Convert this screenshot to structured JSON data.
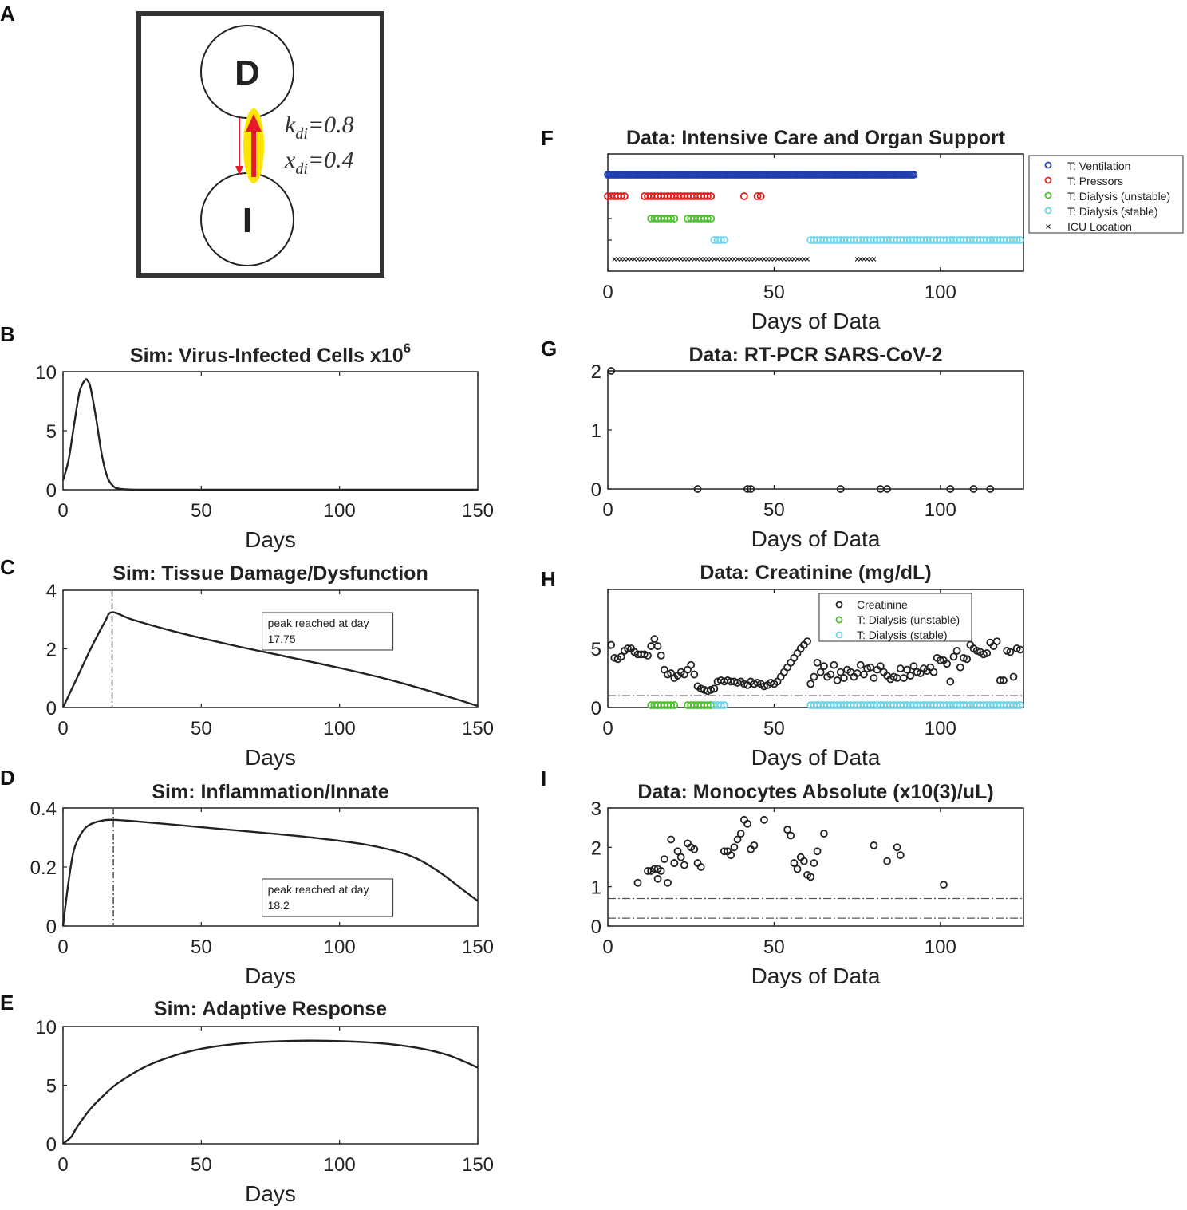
{
  "panel_letters": [
    "A",
    "B",
    "C",
    "D",
    "E",
    "F",
    "G",
    "H",
    "I"
  ],
  "diagram": {
    "node_top": "D",
    "node_bottom": "I",
    "param1_symbol": "k",
    "param1_sub": "di",
    "param1_value": "=0.8",
    "param2_symbol": "x",
    "param2_sub": "di",
    "param2_value": "=0.4",
    "colors": {
      "arrow": "#e8192c",
      "highlight": "#ffe500"
    }
  },
  "chart_data": [
    {
      "id": "B",
      "type": "line",
      "title": "Sim: Virus-Infected Cells x10",
      "title_superscript": "6",
      "xlabel": "Days",
      "ylabel": "",
      "xlim": [
        0,
        150
      ],
      "ylim": [
        0,
        10
      ],
      "xticks": [
        0,
        50,
        100,
        150
      ],
      "yticks": [
        0,
        5,
        10
      ],
      "series": [
        {
          "x": [
            0,
            2,
            4,
            6,
            8,
            9,
            10,
            12,
            14,
            16,
            18,
            20,
            25,
            30,
            50,
            100,
            150
          ],
          "y": [
            0.8,
            2.5,
            5.5,
            8.3,
            9.3,
            9.2,
            8.6,
            6.0,
            3.0,
            1.1,
            0.35,
            0.1,
            0.01,
            0.0,
            0.0,
            0.0,
            0.0
          ]
        }
      ]
    },
    {
      "id": "C",
      "type": "line",
      "title": "Sim: Tissue Damage/Dysfunction",
      "xlabel": "Days",
      "ylabel": "",
      "xlim": [
        0,
        150
      ],
      "ylim": [
        0,
        4
      ],
      "xticks": [
        0,
        50,
        100,
        150
      ],
      "yticks": [
        0,
        2,
        4
      ],
      "vline": 17.75,
      "annotation": [
        "peak reached at day",
        "17.75"
      ],
      "series": [
        {
          "x": [
            0,
            5,
            10,
            15,
            17.75,
            25,
            40,
            60,
            80,
            100,
            120,
            140,
            150
          ],
          "y": [
            0,
            1.0,
            2.0,
            2.9,
            3.25,
            3.0,
            2.6,
            2.15,
            1.75,
            1.35,
            0.9,
            0.35,
            0.05
          ]
        }
      ]
    },
    {
      "id": "D",
      "type": "line",
      "title": "Sim: Inflammation/Innate",
      "xlabel": "Days",
      "ylabel": "",
      "xlim": [
        0,
        150
      ],
      "ylim": [
        0,
        0.4
      ],
      "xticks": [
        0,
        50,
        100,
        150
      ],
      "yticks": [
        0,
        0.2,
        0.4
      ],
      "vline": 18.2,
      "annotation": [
        "peak reached at day",
        "18.2"
      ],
      "series": [
        {
          "x": [
            0,
            2,
            4,
            7,
            10,
            14,
            18.2,
            30,
            50,
            70,
            90,
            110,
            125,
            135,
            145,
            150
          ],
          "y": [
            0,
            0.15,
            0.26,
            0.32,
            0.345,
            0.357,
            0.36,
            0.352,
            0.335,
            0.318,
            0.3,
            0.275,
            0.24,
            0.19,
            0.12,
            0.085
          ]
        }
      ]
    },
    {
      "id": "E",
      "type": "line",
      "title": "Sim: Adaptive Response",
      "xlabel": "Days",
      "ylabel": "",
      "xlim": [
        0,
        150
      ],
      "ylim": [
        0,
        10
      ],
      "xticks": [
        0,
        50,
        100,
        150
      ],
      "yticks": [
        0,
        5,
        10
      ],
      "series": [
        {
          "x": [
            0,
            3,
            5,
            10,
            15,
            20,
            30,
            40,
            50,
            60,
            70,
            80,
            90,
            100,
            110,
            120,
            130,
            140,
            150
          ],
          "y": [
            0,
            0.6,
            1.4,
            3.0,
            4.2,
            5.2,
            6.6,
            7.5,
            8.1,
            8.45,
            8.65,
            8.75,
            8.8,
            8.75,
            8.65,
            8.45,
            8.1,
            7.5,
            6.5
          ]
        }
      ]
    },
    {
      "id": "F",
      "type": "scatter",
      "title": "Data: Intensive Care and Organ Support",
      "xlabel": "Days of Data",
      "ylabel": "",
      "xlim": [
        0,
        125
      ],
      "xticks": [
        0,
        50,
        100
      ],
      "legend": [
        "T: Ventilation",
        "T: Pressors",
        "T: Dialysis (unstable)",
        "T: Dialysis (stable)",
        "ICU Location"
      ],
      "colors": {
        "ventilation": "#1f3fb0",
        "pressors": "#e21b1b",
        "dialysis_unstable": "#4fbf2f",
        "dialysis_stable": "#6fd3e6",
        "icu": "#222222"
      },
      "ventilation_days": [
        0,
        92
      ],
      "pressors_days": [
        0,
        1,
        2,
        3,
        4,
        5,
        11,
        12,
        13,
        14,
        15,
        16,
        17,
        18,
        19,
        20,
        21,
        22,
        23,
        24,
        25,
        26,
        27,
        28,
        29,
        30,
        31,
        41,
        45,
        46
      ],
      "dialysis_unstable_days": [
        13,
        14,
        15,
        16,
        17,
        18,
        19,
        20,
        24,
        25,
        26,
        27,
        28,
        29,
        30,
        31
      ],
      "dialysis_stable_days": [
        32,
        33,
        34,
        35,
        61,
        62,
        63,
        64,
        65,
        66,
        67,
        68,
        69,
        70,
        71,
        72,
        73,
        74,
        75,
        76,
        77,
        78,
        79,
        80,
        81,
        82,
        83,
        84,
        85,
        86,
        87,
        88,
        89,
        90,
        91,
        92,
        93,
        94,
        95,
        96,
        97,
        98,
        99,
        100,
        101,
        102,
        103,
        104,
        105,
        106,
        107,
        108,
        109,
        110,
        111,
        112,
        113,
        114,
        115,
        116,
        117,
        118,
        119,
        120,
        121,
        122,
        123,
        124
      ],
      "icu_days": [
        [
          2,
          60
        ],
        [
          75,
          80
        ]
      ]
    },
    {
      "id": "G",
      "type": "scatter",
      "title": "Data: RT-PCR SARS-CoV-2",
      "xlabel": "Days of Data",
      "ylabel": "",
      "xlim": [
        0,
        125
      ],
      "ylim": [
        0,
        2
      ],
      "xticks": [
        0,
        50,
        100
      ],
      "yticks": [
        0,
        1,
        2
      ],
      "series": [
        {
          "x": [
            1,
            27,
            42,
            43,
            70,
            82,
            84,
            103,
            110,
            115
          ],
          "y": [
            2,
            0,
            0,
            0,
            0,
            0,
            0,
            0,
            0,
            0
          ]
        }
      ]
    },
    {
      "id": "H",
      "type": "scatter",
      "title": "Data: Creatinine (mg/dL)",
      "xlabel": "Days of Data",
      "ylabel": "",
      "xlim": [
        0,
        125
      ],
      "ylim": [
        0,
        10
      ],
      "xticks": [
        0,
        50,
        100
      ],
      "yticks": [
        0,
        5
      ],
      "legend": [
        "Creatinine",
        "T: Dialysis (unstable)",
        "T: Dialysis (stable)"
      ],
      "ref_line": 1.0,
      "series": [
        {
          "name": "Creatinine",
          "x": [
            1,
            2,
            3,
            4,
            5,
            6,
            7,
            8,
            9,
            10,
            11,
            12,
            13,
            14,
            15,
            16,
            17,
            18,
            19,
            20,
            21,
            22,
            23,
            24,
            25,
            26,
            27,
            28,
            29,
            30,
            31,
            32,
            33,
            34,
            35,
            36,
            37,
            38,
            39,
            40,
            41,
            42,
            43,
            44,
            45,
            46,
            47,
            48,
            49,
            50,
            51,
            52,
            53,
            54,
            55,
            56,
            57,
            58,
            59,
            60,
            61,
            62,
            63,
            64,
            65,
            66,
            67,
            68,
            69,
            70,
            71,
            72,
            73,
            74,
            75,
            76,
            77,
            78,
            79,
            80,
            81,
            82,
            83,
            84,
            85,
            86,
            87,
            88,
            89,
            90,
            91,
            92,
            93,
            94,
            95,
            96,
            97,
            98,
            99,
            100,
            101,
            102,
            103,
            104,
            105,
            106,
            107,
            108,
            109,
            110,
            111,
            112,
            113,
            114,
            115,
            116,
            117,
            118,
            119,
            120,
            121,
            122,
            123,
            124
          ],
          "y": [
            5.3,
            4.2,
            4.1,
            4.3,
            4.8,
            5.0,
            5.0,
            4.7,
            4.5,
            4.5,
            4.5,
            4.4,
            5.2,
            5.8,
            5.2,
            4.4,
            3.2,
            2.8,
            2.9,
            2.5,
            2.7,
            3.0,
            2.8,
            3.2,
            3.6,
            2.8,
            1.8,
            1.6,
            1.5,
            1.4,
            1.5,
            1.6,
            2.2,
            2.3,
            2.2,
            2.3,
            2.2,
            2.2,
            2.1,
            2.2,
            2.0,
            1.9,
            2.2,
            2.0,
            2.1,
            2.0,
            1.8,
            1.9,
            2.1,
            2.0,
            2.2,
            2.6,
            3.0,
            3.4,
            3.8,
            4.2,
            4.6,
            5.0,
            5.3,
            5.6,
            2.0,
            2.6,
            3.8,
            3.0,
            3.5,
            2.6,
            2.8,
            3.6,
            2.3,
            3.0,
            2.5,
            3.2,
            3.0,
            2.6,
            2.9,
            3.6,
            2.8,
            3.3,
            3.4,
            2.5,
            3.2,
            3.5,
            3.0,
            2.7,
            2.4,
            2.6,
            2.5,
            3.3,
            2.5,
            3.2,
            2.7,
            3.5,
            3.0,
            2.9,
            3.3,
            3.1,
            3.4,
            3.0,
            4.2,
            4.0,
            4.0,
            3.7,
            2.2,
            4.3,
            4.8,
            3.4,
            4.2,
            4.1,
            5.3,
            5.0,
            4.8,
            4.7,
            4.5,
            4.6,
            5.5,
            5.2,
            5.6,
            2.3,
            2.3,
            4.8,
            4.7,
            2.6,
            5.0,
            4.9
          ]
        },
        {
          "name": "T: Dialysis (unstable)",
          "x": [
            13,
            14,
            15,
            16,
            17,
            18,
            19,
            20,
            24,
            25,
            26,
            27,
            28,
            29,
            30,
            31
          ],
          "y_const": 0.2
        },
        {
          "name": "T: Dialysis (stable)",
          "x": [
            32,
            33,
            34,
            35,
            61,
            62,
            63,
            64,
            65,
            66,
            67,
            68,
            69,
            70,
            71,
            72,
            73,
            74,
            75,
            76,
            77,
            78,
            79,
            80,
            81,
            82,
            83,
            84,
            85,
            86,
            87,
            88,
            89,
            90,
            91,
            92,
            93,
            94,
            95,
            96,
            97,
            98,
            99,
            100,
            101,
            102,
            103,
            104,
            105,
            106,
            107,
            108,
            109,
            110,
            111,
            112,
            113,
            114,
            115,
            116,
            117,
            118,
            119,
            120,
            121,
            122,
            123,
            124
          ],
          "y_const": 0.2
        }
      ]
    },
    {
      "id": "I",
      "type": "scatter",
      "title": "Data: Monocytes Absolute (x10(3)/uL)",
      "xlabel": "Days of Data",
      "ylabel": "",
      "xlim": [
        0,
        125
      ],
      "ylim": [
        0,
        3
      ],
      "xticks": [
        0,
        50,
        100
      ],
      "yticks": [
        0,
        1,
        2,
        3
      ],
      "ref_lines": [
        0.2,
        0.7
      ],
      "series": [
        {
          "x": [
            9,
            12,
            13,
            14,
            15,
            15,
            16,
            17,
            18,
            19,
            20,
            20,
            21,
            22,
            23,
            24,
            25,
            26,
            27,
            28,
            35,
            36,
            37,
            38,
            39,
            40,
            41,
            42,
            43,
            44,
            47,
            54,
            55,
            56,
            57,
            58,
            59,
            60,
            61,
            62,
            63,
            65,
            80,
            84,
            87,
            88,
            101
          ],
          "y": [
            1.1,
            1.4,
            1.4,
            1.45,
            1.2,
            1.45,
            1.4,
            1.7,
            1.1,
            2.2,
            1.6,
            1.6,
            1.9,
            1.75,
            1.55,
            2.1,
            2.0,
            1.95,
            1.6,
            1.5,
            1.9,
            1.9,
            1.8,
            2.0,
            2.2,
            2.35,
            2.7,
            2.6,
            1.95,
            2.05,
            2.7,
            2.45,
            2.3,
            1.6,
            1.45,
            1.75,
            1.65,
            1.3,
            1.25,
            1.6,
            1.9,
            2.35,
            2.05,
            1.65,
            2.0,
            1.8,
            1.05
          ]
        }
      ]
    }
  ]
}
